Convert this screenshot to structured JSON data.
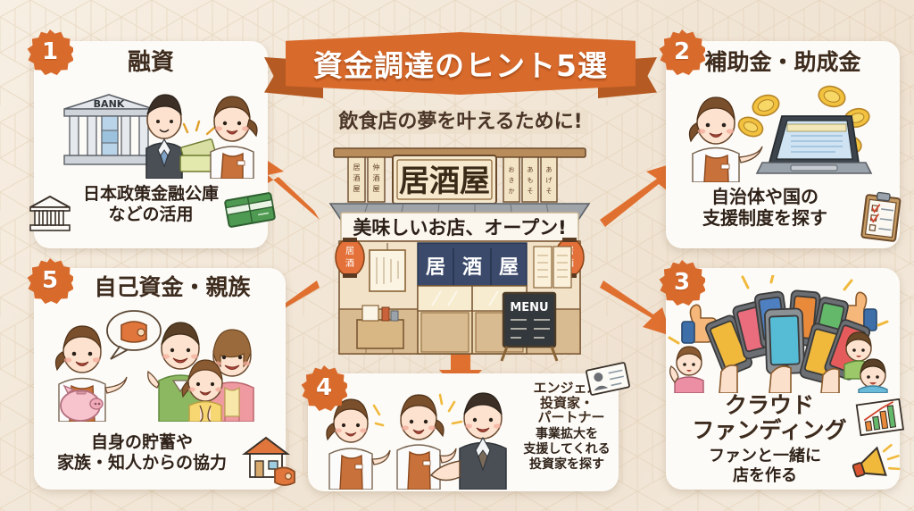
{
  "theme": {
    "accent": "#d86a2c",
    "accent_dark": "#b55a22",
    "bg": "#f2e7d8",
    "card_bg": "#fdfbf7",
    "title_text": "#3d2b1d"
  },
  "header": {
    "ribbon_title": "資金調達のヒント5選",
    "subtitle": "飲食店の夢を叶えるために!"
  },
  "center": {
    "shop_sign": "居酒屋",
    "noren_text": "居酒屋",
    "banner": "美味しいお店、オープン!",
    "lantern_left": "居酒",
    "lantern_right": "居酒",
    "menu_board": "MENU",
    "side_signs_left": [
      "居酒屋",
      "仲酒屋"
    ],
    "side_signs_right": [
      "おきかけ",
      "あもそば",
      "あげそば"
    ]
  },
  "cards": [
    {
      "number": "1",
      "title": "融資",
      "caption": "日本政策金融公庫\nなどの活用",
      "caption_line1": "日本政策金融公庫",
      "caption_line2": "などの活用",
      "illustration": "banker-handing-cash-to-shop-owner",
      "icons": [
        "bank-building-icon",
        "green-bankbook-icon"
      ],
      "bank_label": "BANK"
    },
    {
      "number": "2",
      "title": "補助金・助成金",
      "caption_line1": "自治体や国の",
      "caption_line2": "支援制度を探す",
      "illustration": "woman-with-laptop-and-gold-coins",
      "icons": [
        "clipboard-checklist-icon"
      ]
    },
    {
      "number": "3",
      "title_line1": "クラウド",
      "title_line2": "ファンディング",
      "caption_line1": "ファンと一緒に",
      "caption_line2": "店を作る",
      "illustration": "crowd-raising-smartphones-and-thumbs-up",
      "icons": [
        "growth-chart-icon",
        "megaphone-icon"
      ]
    },
    {
      "number": "4",
      "title_line1": "エンジェル",
      "title_line2": "投資家・",
      "title_line3": "パートナー",
      "caption_line1": "事業拡大を",
      "caption_line2": "支援してくれる",
      "caption_line3": "投資家を探す",
      "illustration": "businessman-shaking-hands-with-two-staff",
      "icons": [
        "business-card-icon"
      ]
    },
    {
      "number": "5",
      "title": "自己資金・親族",
      "caption_line1": "自身の貯蓄や",
      "caption_line2": "家族・知人からの協力",
      "illustration": "woman-with-piggy-bank-and-family",
      "icons": [
        "house-icon",
        "wallet-icon"
      ]
    }
  ]
}
